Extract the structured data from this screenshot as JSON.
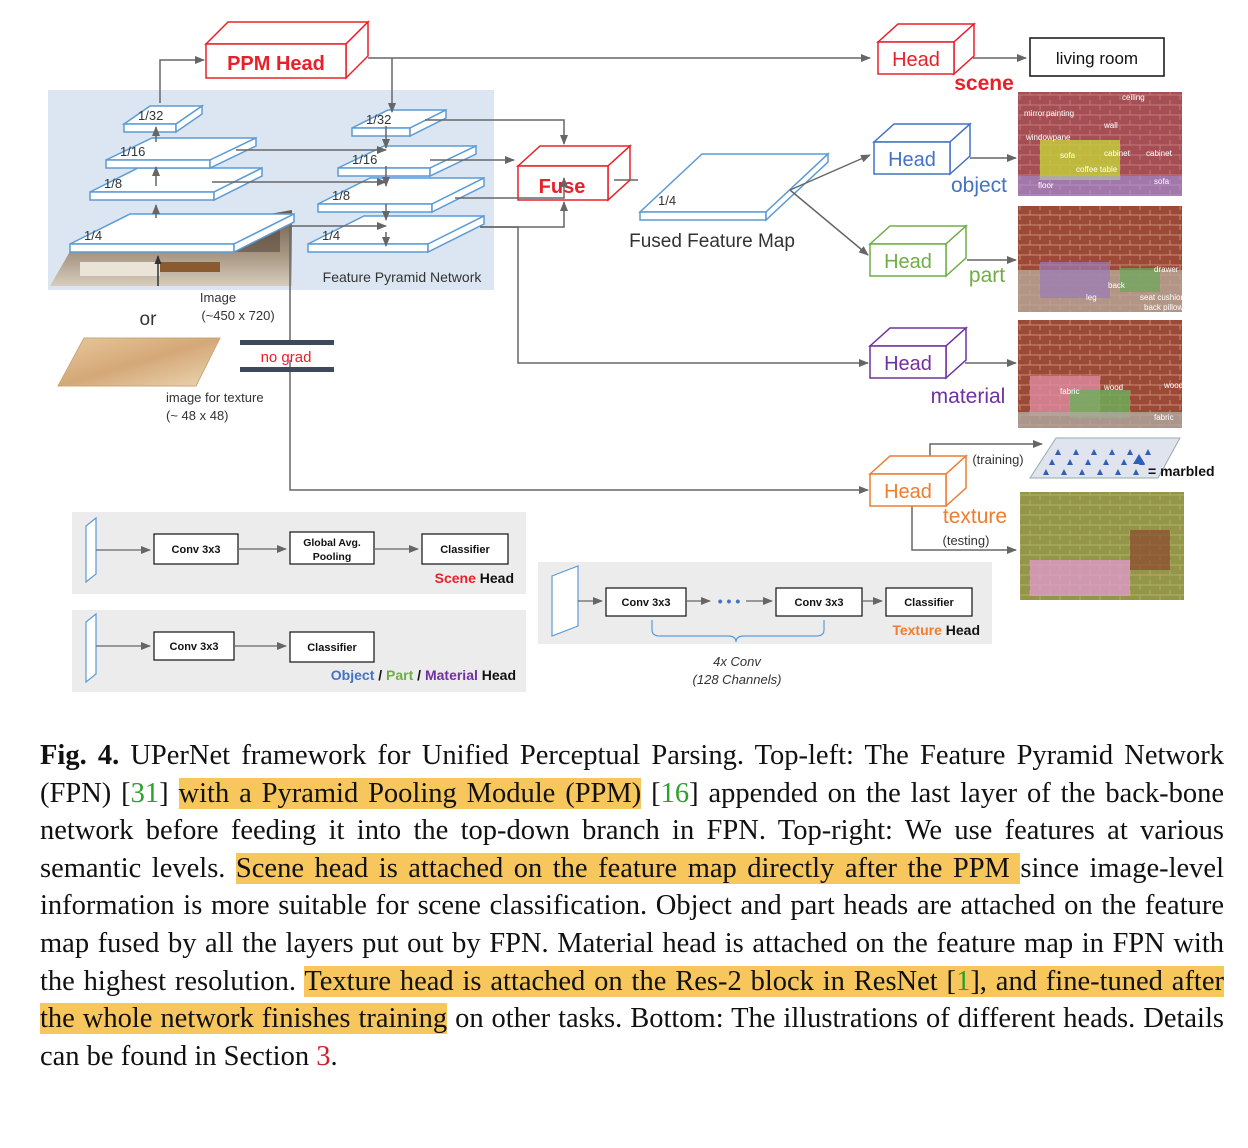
{
  "diagram": {
    "ppm_head": "PPM Head",
    "fuse": "Fuse",
    "scales_left": [
      "1/32",
      "1/16",
      "1/8",
      "1/4"
    ],
    "scales_right": [
      "1/32",
      "1/16",
      "1/8",
      "1/4"
    ],
    "fused_scale": "1/4",
    "fused_map_label": "Fused Feature Map",
    "fpn_label": "Feature Pyramid Network",
    "image_label": "Image",
    "image_size": "(~450 x 720)",
    "or": "or",
    "texture_image_label": "image for texture",
    "texture_image_size": "(~ 48 x 48)",
    "no_grad": "no grad",
    "head": "Head",
    "tasks": {
      "scene": "scene",
      "object": "object",
      "part": "part",
      "material": "material",
      "texture": "texture"
    },
    "scene_output": "living room",
    "training": "(training)",
    "testing": "(testing)",
    "marbled_legend": "= marbled",
    "object_labels": [
      "ceiling",
      "mirror",
      "painting",
      "wall",
      "windowpane",
      "sofa",
      "cabinet",
      "cabinet",
      "coffee table",
      "floor",
      "sofa"
    ],
    "part_labels": [
      "drawer",
      "leg",
      "back",
      "seat cushion",
      "back pillow"
    ],
    "material_labels": [
      "fabric",
      "wood",
      "wood",
      "fabric"
    ],
    "scene_block": {
      "conv": "Conv 3x3",
      "pool_line1": "Global Avg.",
      "pool_line2": "Pooling",
      "classifier": "Classifier",
      "label_task": "Scene",
      "label_rest": " Head"
    },
    "opm_block": {
      "conv": "Conv 3x3",
      "classifier": "Classifier",
      "object": "Object",
      "sep1": " / ",
      "part": "Part",
      "sep2": " / ",
      "material": "Material",
      "rest": " Head"
    },
    "texture_block": {
      "conv1": "Conv 3x3",
      "conv2": "Conv 3x3",
      "dots": "• • •",
      "classifier": "Classifier",
      "label_task": "Texture",
      "label_rest": " Head",
      "brace1": "4x Conv",
      "brace2": "(128 Channels)"
    }
  },
  "caption": {
    "fig_label": "Fig. 4.",
    "s1": " UPerNet framework for Unified Perceptual Parsing. Top-left: The Feature Pyramid Network (FPN) [",
    "r1": "31",
    "s2": "] ",
    "h1": "with a Pyramid Pooling Module (PPM)",
    "s3": " [",
    "r2": "16",
    "s4": "] appended on the last layer of the back-bone network before feeding it into the top-down branch in FPN. Top-right: We use features at various semantic levels. ",
    "h2": "Scene head is attached on the feature map directly after the PPM ",
    "s5": "since image-level information is more suitable for scene classification. Object and part heads are attached on the feature map fused by all the layers put out by FPN. Material head is attached on the feature map in FPN with the highest resolution. ",
    "h3": "Texture head is attached on the Res-2 block in ResNet [",
    "r3": "1",
    "h3b": "], and fine-tuned after the whole network finishes training",
    "s6": " on other tasks. Bottom: The illustrations of different heads. Details can be found in Section ",
    "sec": "3",
    "s7": "."
  },
  "colors": {
    "red": "#e8202a",
    "blue": "#4472c4",
    "green": "#70ad47",
    "purple": "#7030a0",
    "orange": "#ed7d31",
    "highlight": "#f7c75d",
    "panel": "#dce6f2",
    "gray_panel": "#ececec"
  }
}
